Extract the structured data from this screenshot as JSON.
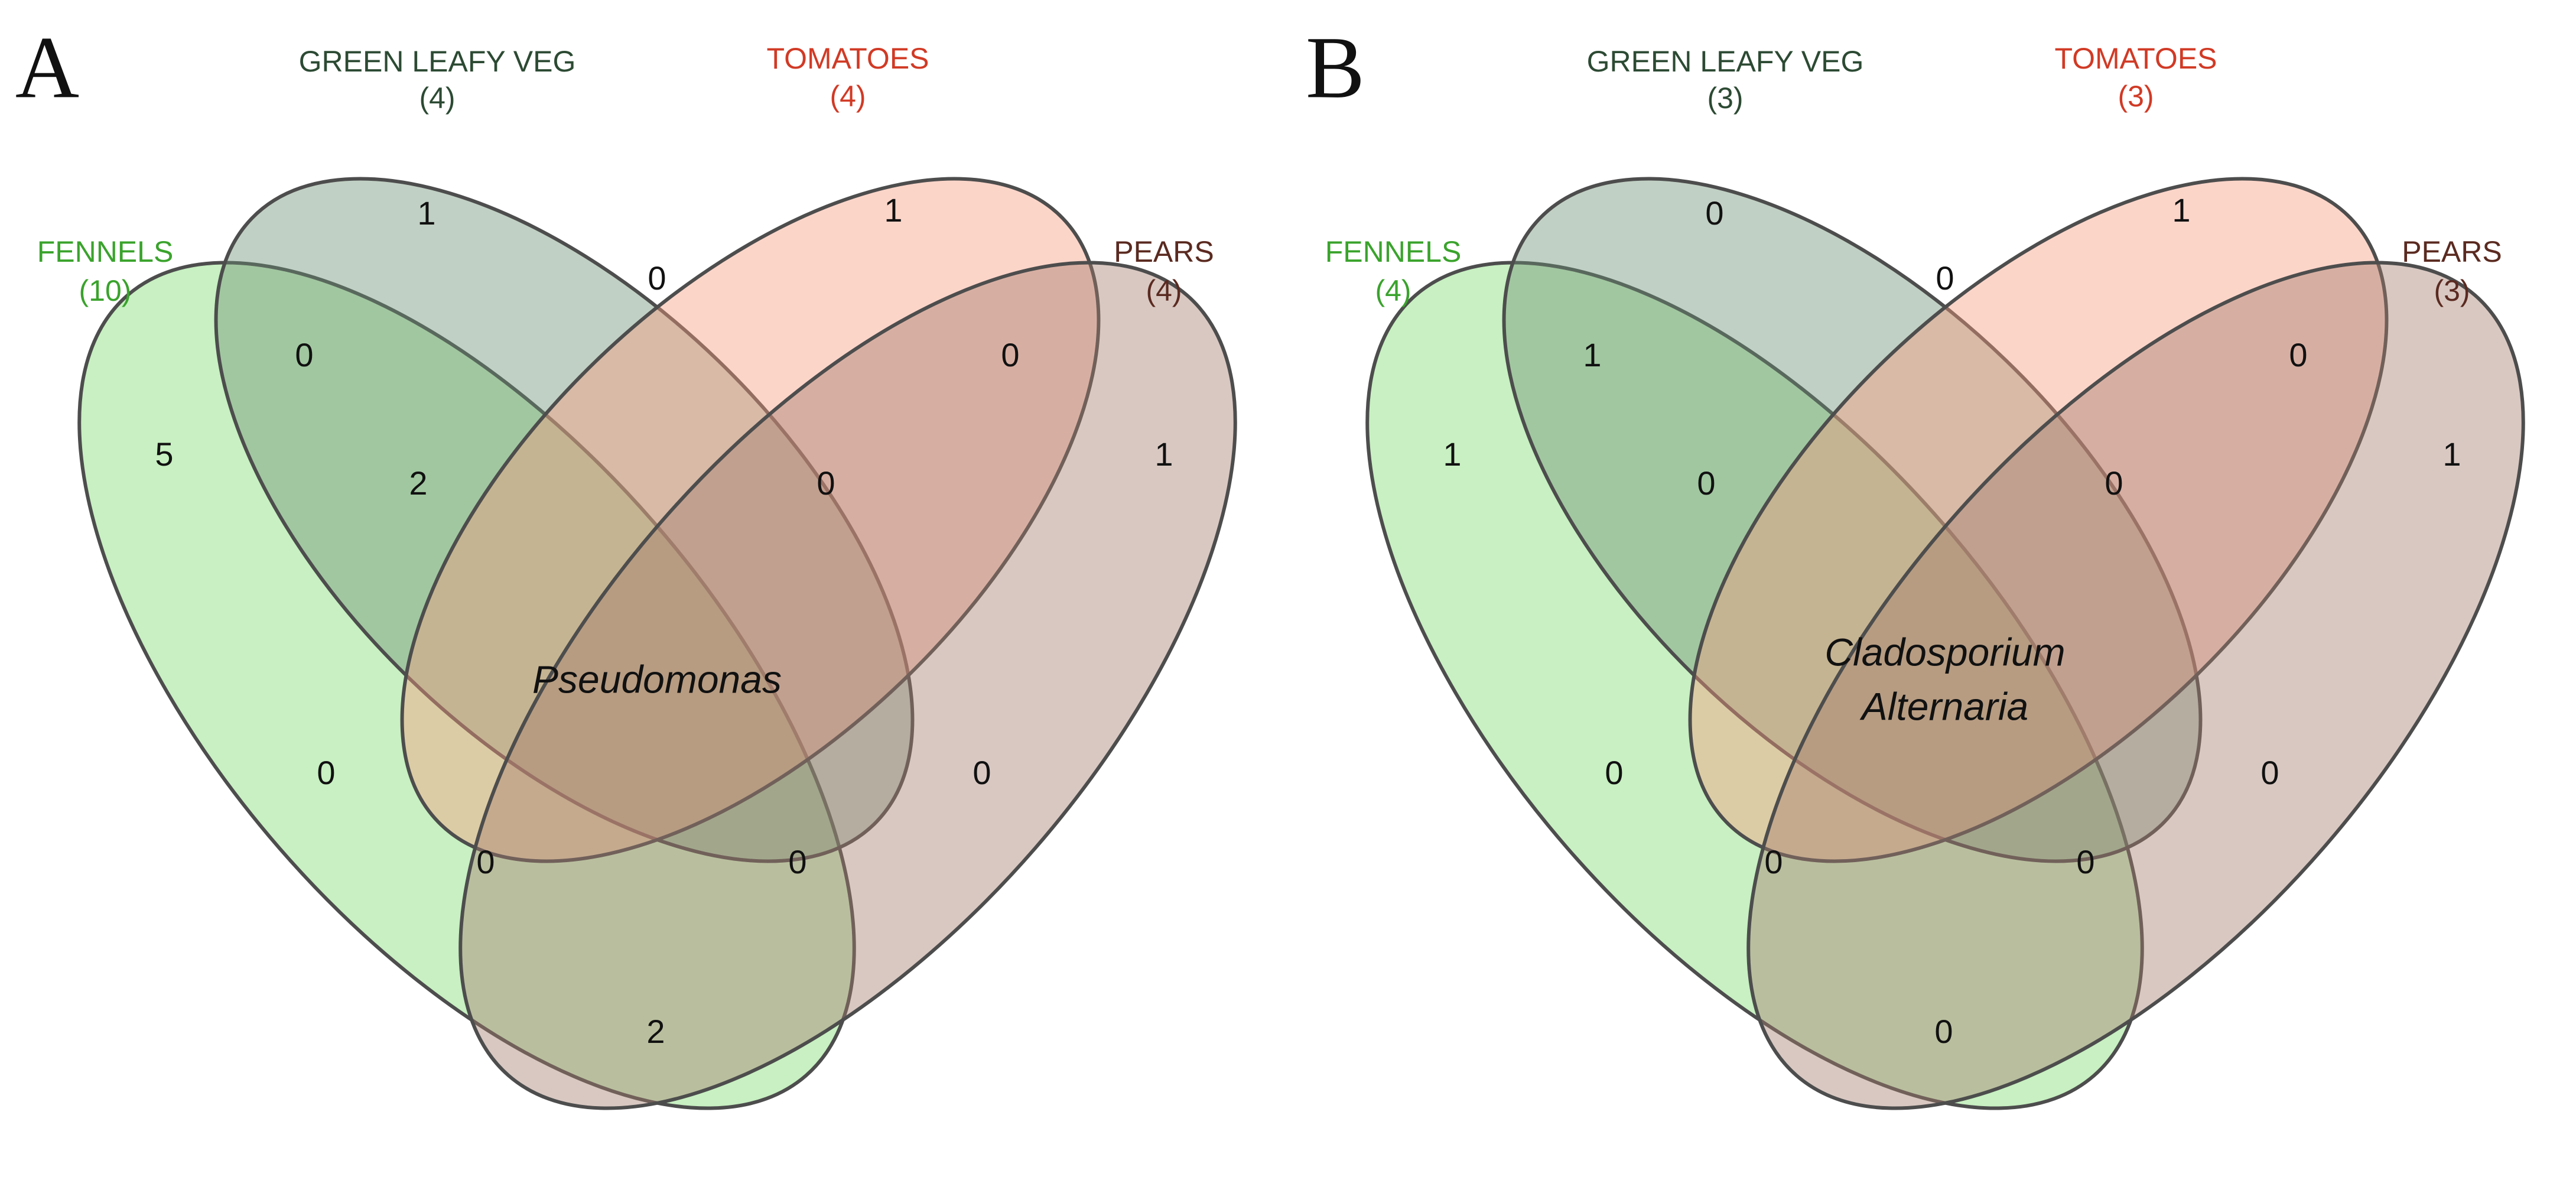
{
  "colors": {
    "fennels": "#3aa32c",
    "green_leafy_veg": "#2c4a33",
    "tomatoes": "#d13a25",
    "pears": "#5a2a20",
    "fennels_fill": "#7ddb6e",
    "green_leafy_veg_fill": "#6b8f72",
    "tomatoes_fill": "#f79a7e",
    "pears_fill": "#a47c6d",
    "outline": "#4d4d4d"
  },
  "panels": [
    {
      "letter": "A",
      "sets": {
        "green_leafy_veg": {
          "name": "GREEN LEAFY VEG",
          "count": "(4)"
        },
        "tomatoes": {
          "name": "TOMATOES",
          "count": "(4)"
        },
        "fennels": {
          "name": "FENNELS",
          "count": "(10)"
        },
        "pears": {
          "name": "PEARS",
          "count": "(4)"
        }
      },
      "regions": {
        "g_only": "1",
        "t_only": "1",
        "f_only": "5",
        "p_only": "1",
        "gt": "0",
        "fg": "0",
        "tp": "0",
        "fgt": "2",
        "gtp": "0",
        "fp": "0",
        "gp": "0",
        "fgp": "0",
        "ftp": "0",
        "ft": "2"
      },
      "center": [
        "Pseudomonas"
      ]
    },
    {
      "letter": "B",
      "sets": {
        "green_leafy_veg": {
          "name": "GREEN LEAFY VEG",
          "count": "(3)"
        },
        "tomatoes": {
          "name": "TOMATOES",
          "count": "(3)"
        },
        "fennels": {
          "name": "FENNELS",
          "count": "(4)"
        },
        "pears": {
          "name": "PEARS",
          "count": "(3)"
        }
      },
      "regions": {
        "g_only": "0",
        "t_only": "1",
        "f_only": "1",
        "p_only": "1",
        "gt": "0",
        "fg": "1",
        "tp": "0",
        "fgt": "0",
        "gtp": "0",
        "fp": "0",
        "gp": "0",
        "fgp": "0",
        "ftp": "0",
        "ft": "0"
      },
      "center": [
        "Cladosporium",
        "Alternaria"
      ]
    }
  ]
}
